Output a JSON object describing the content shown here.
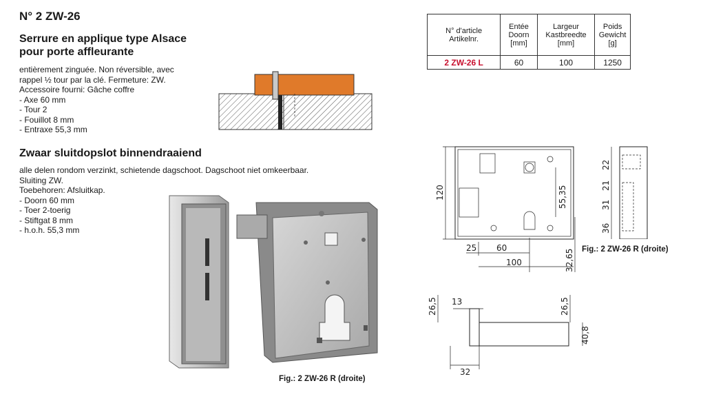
{
  "header": {
    "article_no": "N° 2 ZW-26"
  },
  "fr": {
    "title1": "Serrure en applique type Alsace",
    "title2": "pour porte affleurante",
    "lines": [
      "entièrement zinguée. Non réversible, avec",
      "rappel ½ tour par la clé. Fermeture: ZW.",
      "Accessoire fourni: Gâche coffre",
      "- Axe 60 mm",
      "- Tour 2",
      "- Fouillot 8 mm",
      "- Entraxe 55,3 mm"
    ]
  },
  "nl": {
    "title": "Zwaar sluitdopslot binnendraaiend",
    "lines": [
      "alle delen rondom verzinkt, schietende dagschoot. Dagschoot niet omkeerbaar.",
      "Sluiting ZW.",
      "Toebehoren: Afsluitkap.",
      "- Doorn 60 mm",
      "- Toer 2-toerig",
      "- Stiftgat 8 mm",
      "- h.o.h. 55,3 mm"
    ]
  },
  "table": {
    "headers": [
      [
        "N° d'article",
        "Artikelnr."
      ],
      [
        "Entée",
        "Doorn",
        "[mm]"
      ],
      [
        "Largeur",
        "Kastbreedte",
        "[mm]"
      ],
      [
        "Poids",
        "Gewicht",
        "[g]"
      ]
    ],
    "row": [
      "2 ZW-26 L",
      "60",
      "100",
      "1250"
    ]
  },
  "dims": {
    "height": "120",
    "axe": "60",
    "left": "25",
    "width": "100",
    "entraxe": "55,35",
    "bottom": "32,65",
    "s22": "22",
    "s21": "21",
    "s31": "31",
    "s36": "36",
    "b265a": "26,5",
    "b13": "13",
    "b265b": "26,5",
    "b408": "40,8",
    "b32": "32"
  },
  "captions": {
    "photo": "Fig.: 2 ZW-26 R (droite)",
    "drawing": "Fig.: 2 ZW-26 R (droite)"
  },
  "colors": {
    "accent": "#e07a2a",
    "red": "#c8102e"
  }
}
